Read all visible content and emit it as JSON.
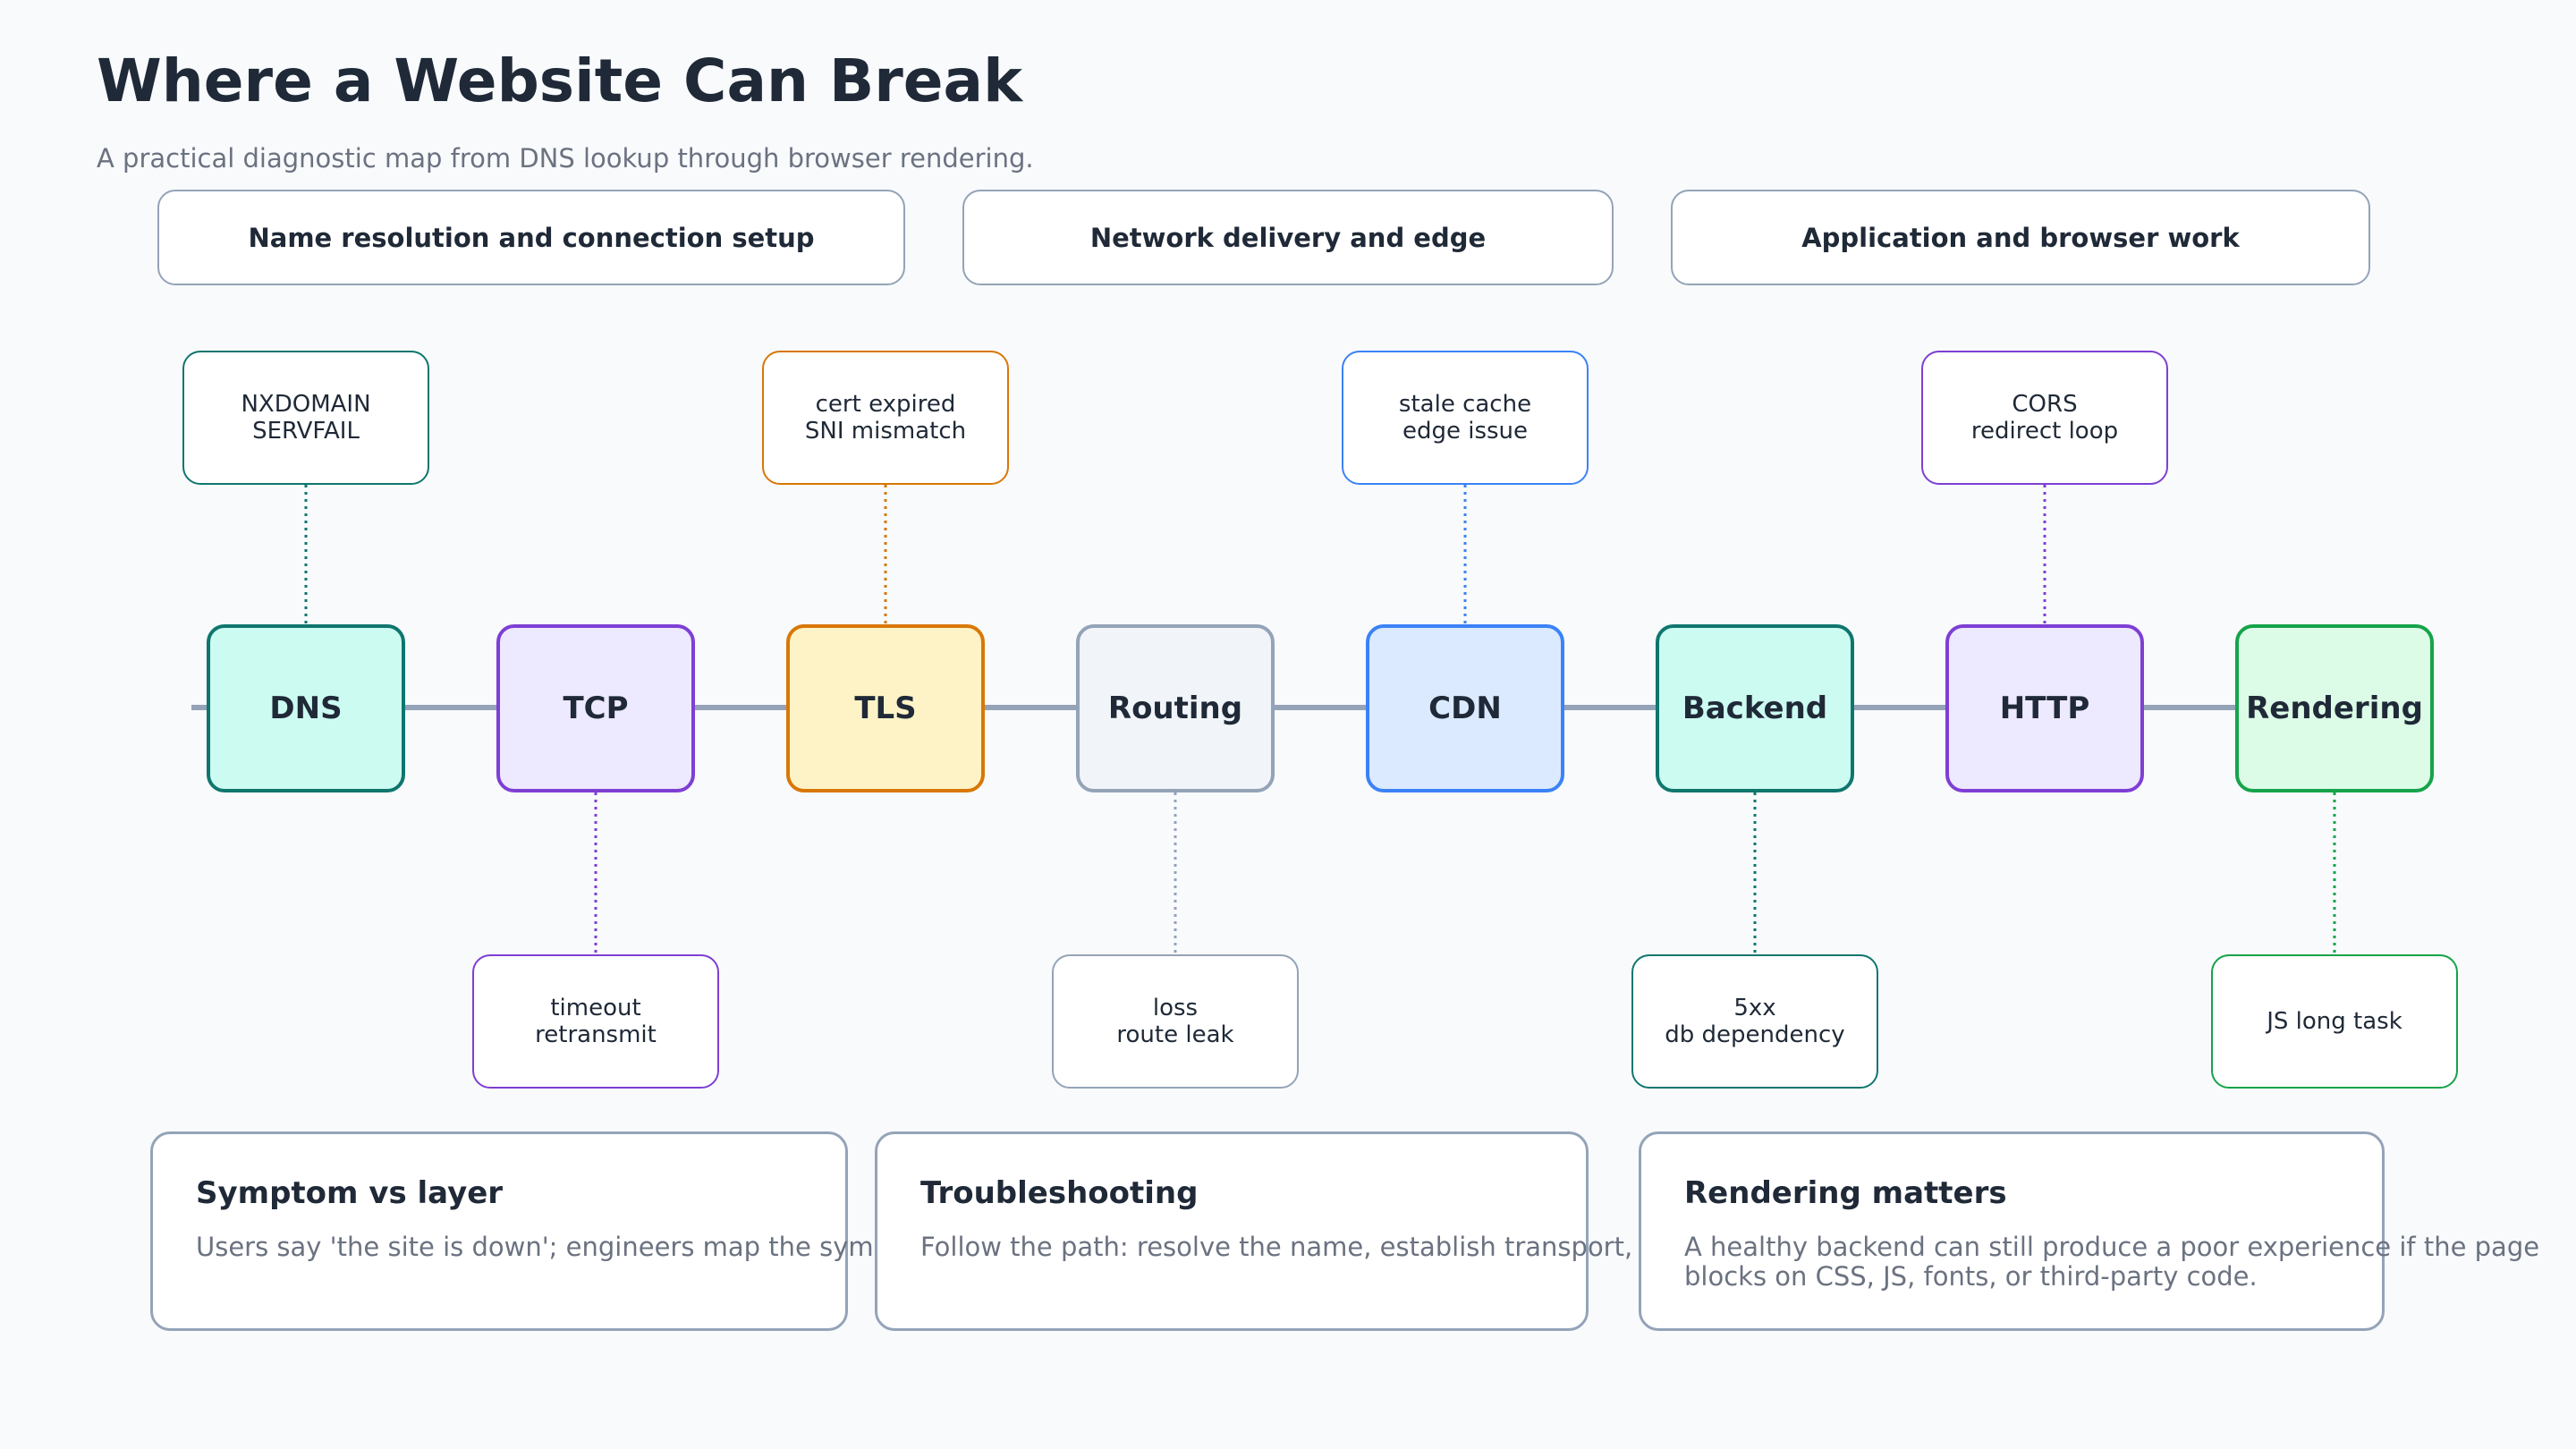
{
  "header": {
    "title": "Where a Website Can Break",
    "subtitle": "A practical diagnostic map from DNS lookup through browser rendering."
  },
  "groups": [
    {
      "label": "Name resolution and connection setup"
    },
    {
      "label": "Network delivery and edge"
    },
    {
      "label": "Application and browser work"
    }
  ],
  "layers": [
    {
      "label": "DNS",
      "fill": "#ccfbf1",
      "stroke": "#0f766e",
      "note_side": "above",
      "note_lines": [
        "NXDOMAIN",
        "SERVFAIL"
      ]
    },
    {
      "label": "TCP",
      "fill": "#ede9fe",
      "stroke": "#7e3fd4",
      "note_side": "below",
      "note_lines": [
        "timeout",
        "retransmit"
      ]
    },
    {
      "label": "TLS",
      "fill": "#fef3c7",
      "stroke": "#d97706",
      "note_side": "above",
      "note_lines": [
        "cert expired",
        "SNI mismatch"
      ]
    },
    {
      "label": "Routing",
      "fill": "#f1f5f9",
      "stroke": "#94a3b8",
      "note_side": "below",
      "note_lines": [
        "loss",
        "route leak"
      ]
    },
    {
      "label": "CDN",
      "fill": "#dbeafe",
      "stroke": "#3b82f6",
      "note_side": "above",
      "note_lines": [
        "stale cache",
        "edge issue"
      ]
    },
    {
      "label": "Backend",
      "fill": "#ccfbf1",
      "stroke": "#0f766e",
      "note_side": "below",
      "note_lines": [
        "5xx",
        "db dependency"
      ]
    },
    {
      "label": "HTTP",
      "fill": "#ede9fe",
      "stroke": "#7e3fd4",
      "note_side": "above",
      "note_lines": [
        "CORS",
        "redirect loop"
      ]
    },
    {
      "label": "Rendering",
      "fill": "#dcfce7",
      "stroke": "#16a34a",
      "note_side": "below",
      "note_lines": [
        "JS long task"
      ]
    }
  ],
  "cards": [
    {
      "title": "Symptom vs layer",
      "body": [
        "Users say 'the site is down'; engineers map the symptom to a specific layer."
      ]
    },
    {
      "title": "Troubleshooting",
      "body": [
        "Follow the path: resolve the name, establish transport, verify TLS, then inspect application behavior."
      ]
    },
    {
      "title": "Rendering matters",
      "body": [
        "A healthy backend can still produce a poor experience if the page",
        "blocks on CSS, JS, fonts, or third-party code."
      ]
    }
  ],
  "colors": {
    "axis": "#94a3b8",
    "text": "#1f2937",
    "muted": "#6b7280"
  }
}
